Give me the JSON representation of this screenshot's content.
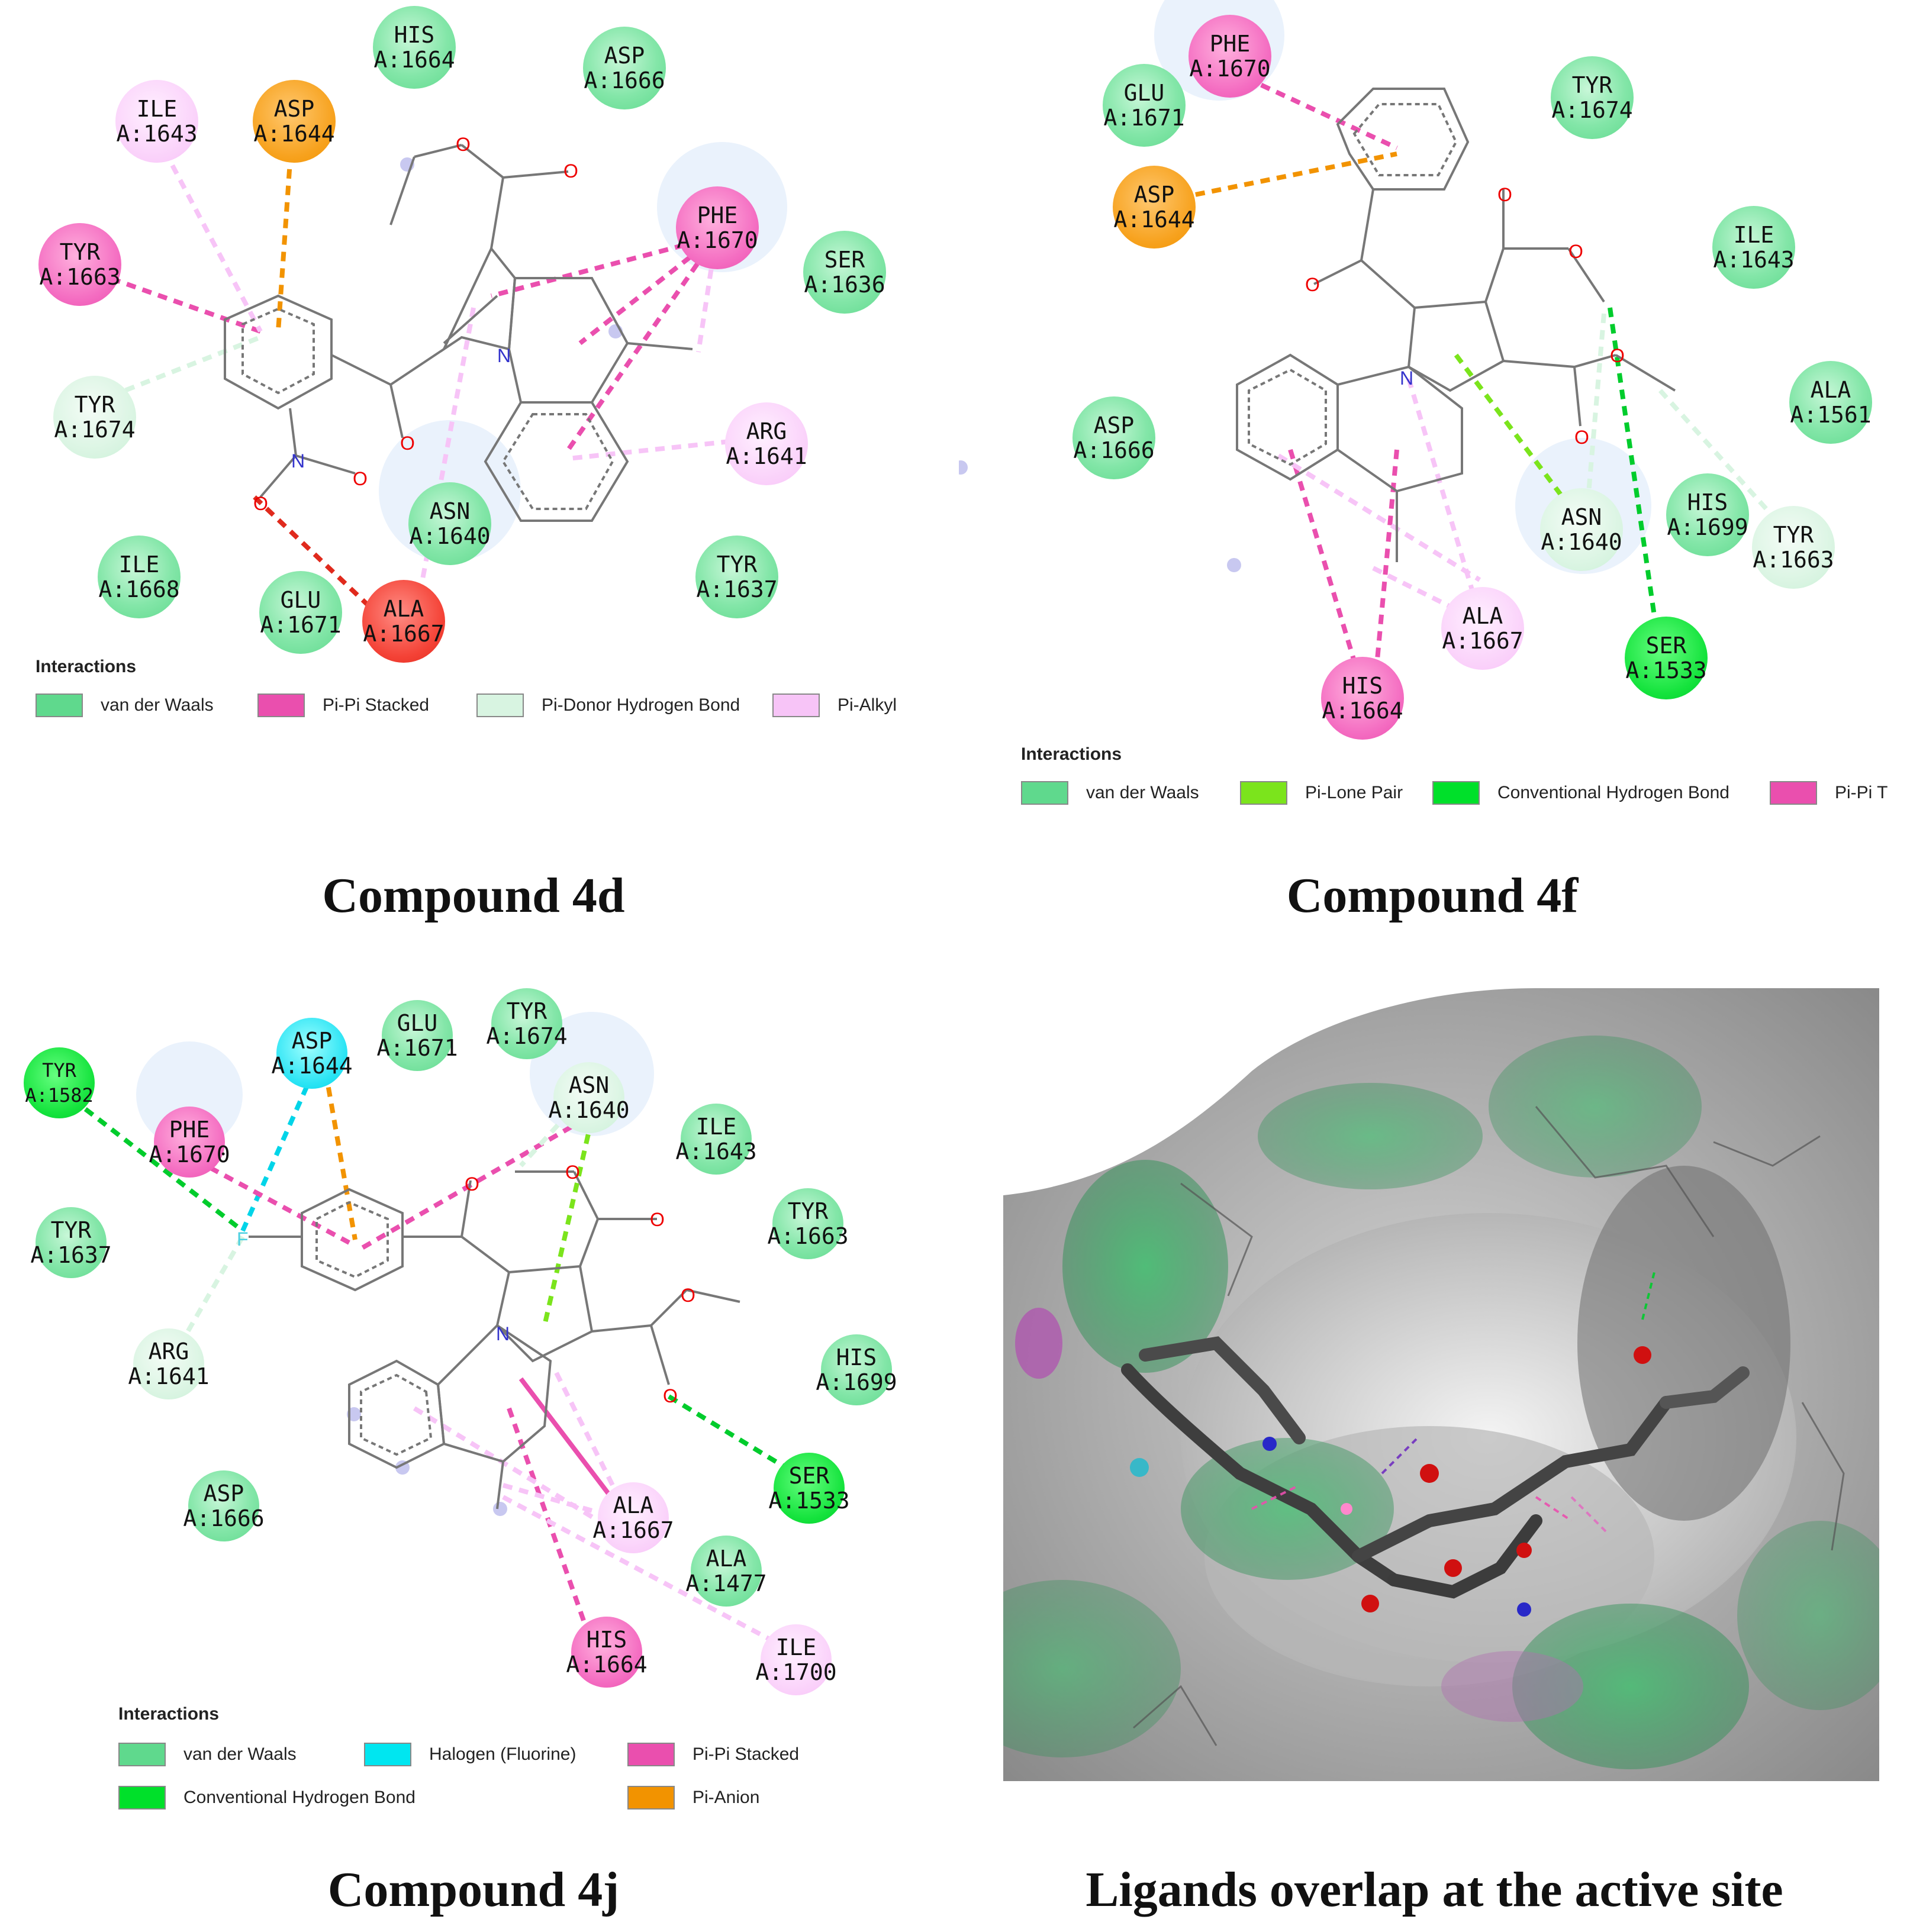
{
  "panels": [
    {
      "caption": "Compound 4d",
      "residues": [
        {
          "name": "HIS",
          "id": "A:1664",
          "type": "vdw"
        },
        {
          "name": "ASP",
          "id": "A:1666",
          "type": "vdw"
        },
        {
          "name": "ILE",
          "id": "A:1643",
          "type": "pialkyl"
        },
        {
          "name": "ASP",
          "id": "A:1644",
          "type": "anion"
        },
        {
          "name": "PHE",
          "id": "A:1670",
          "type": "pipi"
        },
        {
          "name": "TYR",
          "id": "A:1663",
          "type": "pipi"
        },
        {
          "name": "SER",
          "id": "A:1636",
          "type": "vdw"
        },
        {
          "name": "TYR",
          "id": "A:1674",
          "type": "pidonor"
        },
        {
          "name": "ARG",
          "id": "A:1641",
          "type": "pialkyl"
        },
        {
          "name": "ASN",
          "id": "A:1640",
          "type": "vdw"
        },
        {
          "name": "ILE",
          "id": "A:1668",
          "type": "vdw"
        },
        {
          "name": "GLU",
          "id": "A:1671",
          "type": "vdw"
        },
        {
          "name": "ALA",
          "id": "A:1667",
          "type": "unfav"
        },
        {
          "name": "TYR",
          "id": "A:1637",
          "type": "vdw"
        }
      ],
      "legend_title": "Interactions",
      "legend": [
        {
          "label": "van der Waals",
          "color": "#5fd98d"
        },
        {
          "label": "Pi-Pi Stacked",
          "color": "#ea4fae"
        },
        {
          "label": "Pi-Donor Hydrogen Bond",
          "color": "#d8f4e1"
        },
        {
          "label": "Pi-Alkyl",
          "color": "#f7c4f7"
        }
      ]
    },
    {
      "caption": "Compound 4f",
      "residues": [
        {
          "name": "PHE",
          "id": "A:1670",
          "type": "pipi"
        },
        {
          "name": "GLU",
          "id": "A:1671",
          "type": "vdw"
        },
        {
          "name": "TYR",
          "id": "A:1674",
          "type": "vdw"
        },
        {
          "name": "ASP",
          "id": "A:1644",
          "type": "anion"
        },
        {
          "name": "ILE",
          "id": "A:1643",
          "type": "vdw"
        },
        {
          "name": "ALA",
          "id": "A:1561",
          "type": "vdw"
        },
        {
          "name": "ASP",
          "id": "A:1666",
          "type": "vdw"
        },
        {
          "name": "ASN",
          "id": "A:1640",
          "type": "pidonor"
        },
        {
          "name": "HIS",
          "id": "A:1699",
          "type": "vdw"
        },
        {
          "name": "TYR",
          "id": "A:1663",
          "type": "pidonor"
        },
        {
          "name": "ALA",
          "id": "A:1667",
          "type": "pialkyl"
        },
        {
          "name": "SER",
          "id": "A:1533",
          "type": "hbond"
        },
        {
          "name": "HIS",
          "id": "A:1664",
          "type": "pipi"
        }
      ],
      "legend_title": "Interactions",
      "legend": [
        {
          "label": "van der Waals",
          "color": "#5fd98d"
        },
        {
          "label": "Pi-Lone Pair",
          "color": "#7be41c"
        },
        {
          "label": "Conventional Hydrogen Bond",
          "color": "#00e02a"
        },
        {
          "label": "Pi-Pi T",
          "color": "#ea4fae"
        }
      ]
    },
    {
      "caption": "Compound 4j",
      "residues": [
        {
          "name": "TYR",
          "id": "A:1582",
          "type": "hbond"
        },
        {
          "name": "ASP",
          "id": "A:1644",
          "type": "halo"
        },
        {
          "name": "GLU",
          "id": "A:1671",
          "type": "vdw"
        },
        {
          "name": "TYR",
          "id": "A:1674",
          "type": "vdw"
        },
        {
          "name": "ASN",
          "id": "A:1640",
          "type": "pidonor"
        },
        {
          "name": "PHE",
          "id": "A:1670",
          "type": "pipi"
        },
        {
          "name": "ILE",
          "id": "A:1643",
          "type": "vdw"
        },
        {
          "name": "TYR",
          "id": "A:1637",
          "type": "vdw"
        },
        {
          "name": "TYR",
          "id": "A:1663",
          "type": "vdw"
        },
        {
          "name": "ARG",
          "id": "A:1641",
          "type": "pidonor"
        },
        {
          "name": "HIS",
          "id": "A:1699",
          "type": "vdw"
        },
        {
          "name": "SER",
          "id": "A:1533",
          "type": "hbond"
        },
        {
          "name": "ASP",
          "id": "A:1666",
          "type": "vdw"
        },
        {
          "name": "ALA",
          "id": "A:1667",
          "type": "pialkyl"
        },
        {
          "name": "ALA",
          "id": "A:1477",
          "type": "vdw"
        },
        {
          "name": "HIS",
          "id": "A:1664",
          "type": "pipi"
        },
        {
          "name": "ILE",
          "id": "A:1700",
          "type": "pialkyl"
        }
      ],
      "legend_title": "Interactions",
      "legend": [
        {
          "label": "van der Waals",
          "color": "#5fd98d"
        },
        {
          "label": "Halogen (Fluorine)",
          "color": "#00e6f0"
        },
        {
          "label": "Pi-Pi Stacked",
          "color": "#ea4fae"
        },
        {
          "label": "Conventional Hydrogen Bond",
          "color": "#00e02a"
        },
        {
          "label": "Pi-Anion",
          "color": "#f29300"
        }
      ]
    },
    {
      "caption": "Ligands overlap at the active site"
    }
  ],
  "atom_labels": {
    "O": "O",
    "N": "N",
    "F": "F"
  },
  "colors": {
    "vdw": "#5fd98d",
    "pipi": "#ea4fae",
    "pidonor": "#d8f4e1",
    "pialkyl": "#f7c4f7",
    "anion": "#f29300",
    "unfav": "#e02a1d",
    "hbond": "#00cc2c",
    "halo": "#00d4e8",
    "lonepair": "#7be41c"
  }
}
